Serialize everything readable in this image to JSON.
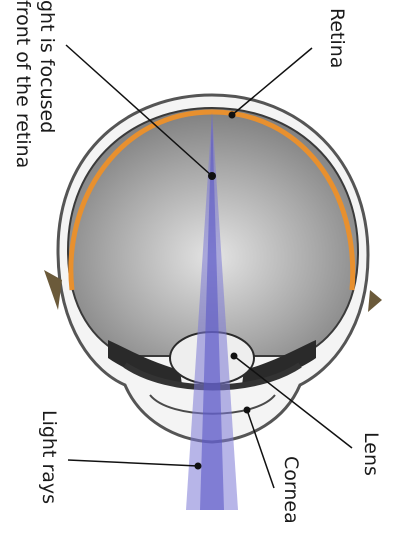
{
  "labels": {
    "retina": "Retina",
    "focus_line1": "ght is focused",
    "focus_line2": "front of the retina",
    "lens": "Lens",
    "cornea": "Cornea",
    "light_rays": "Light rays"
  },
  "colors": {
    "retina": "#e8902e",
    "light": "#7b78d6",
    "eye_fill": "#8a8a8a",
    "outline": "#1a1a1a"
  }
}
